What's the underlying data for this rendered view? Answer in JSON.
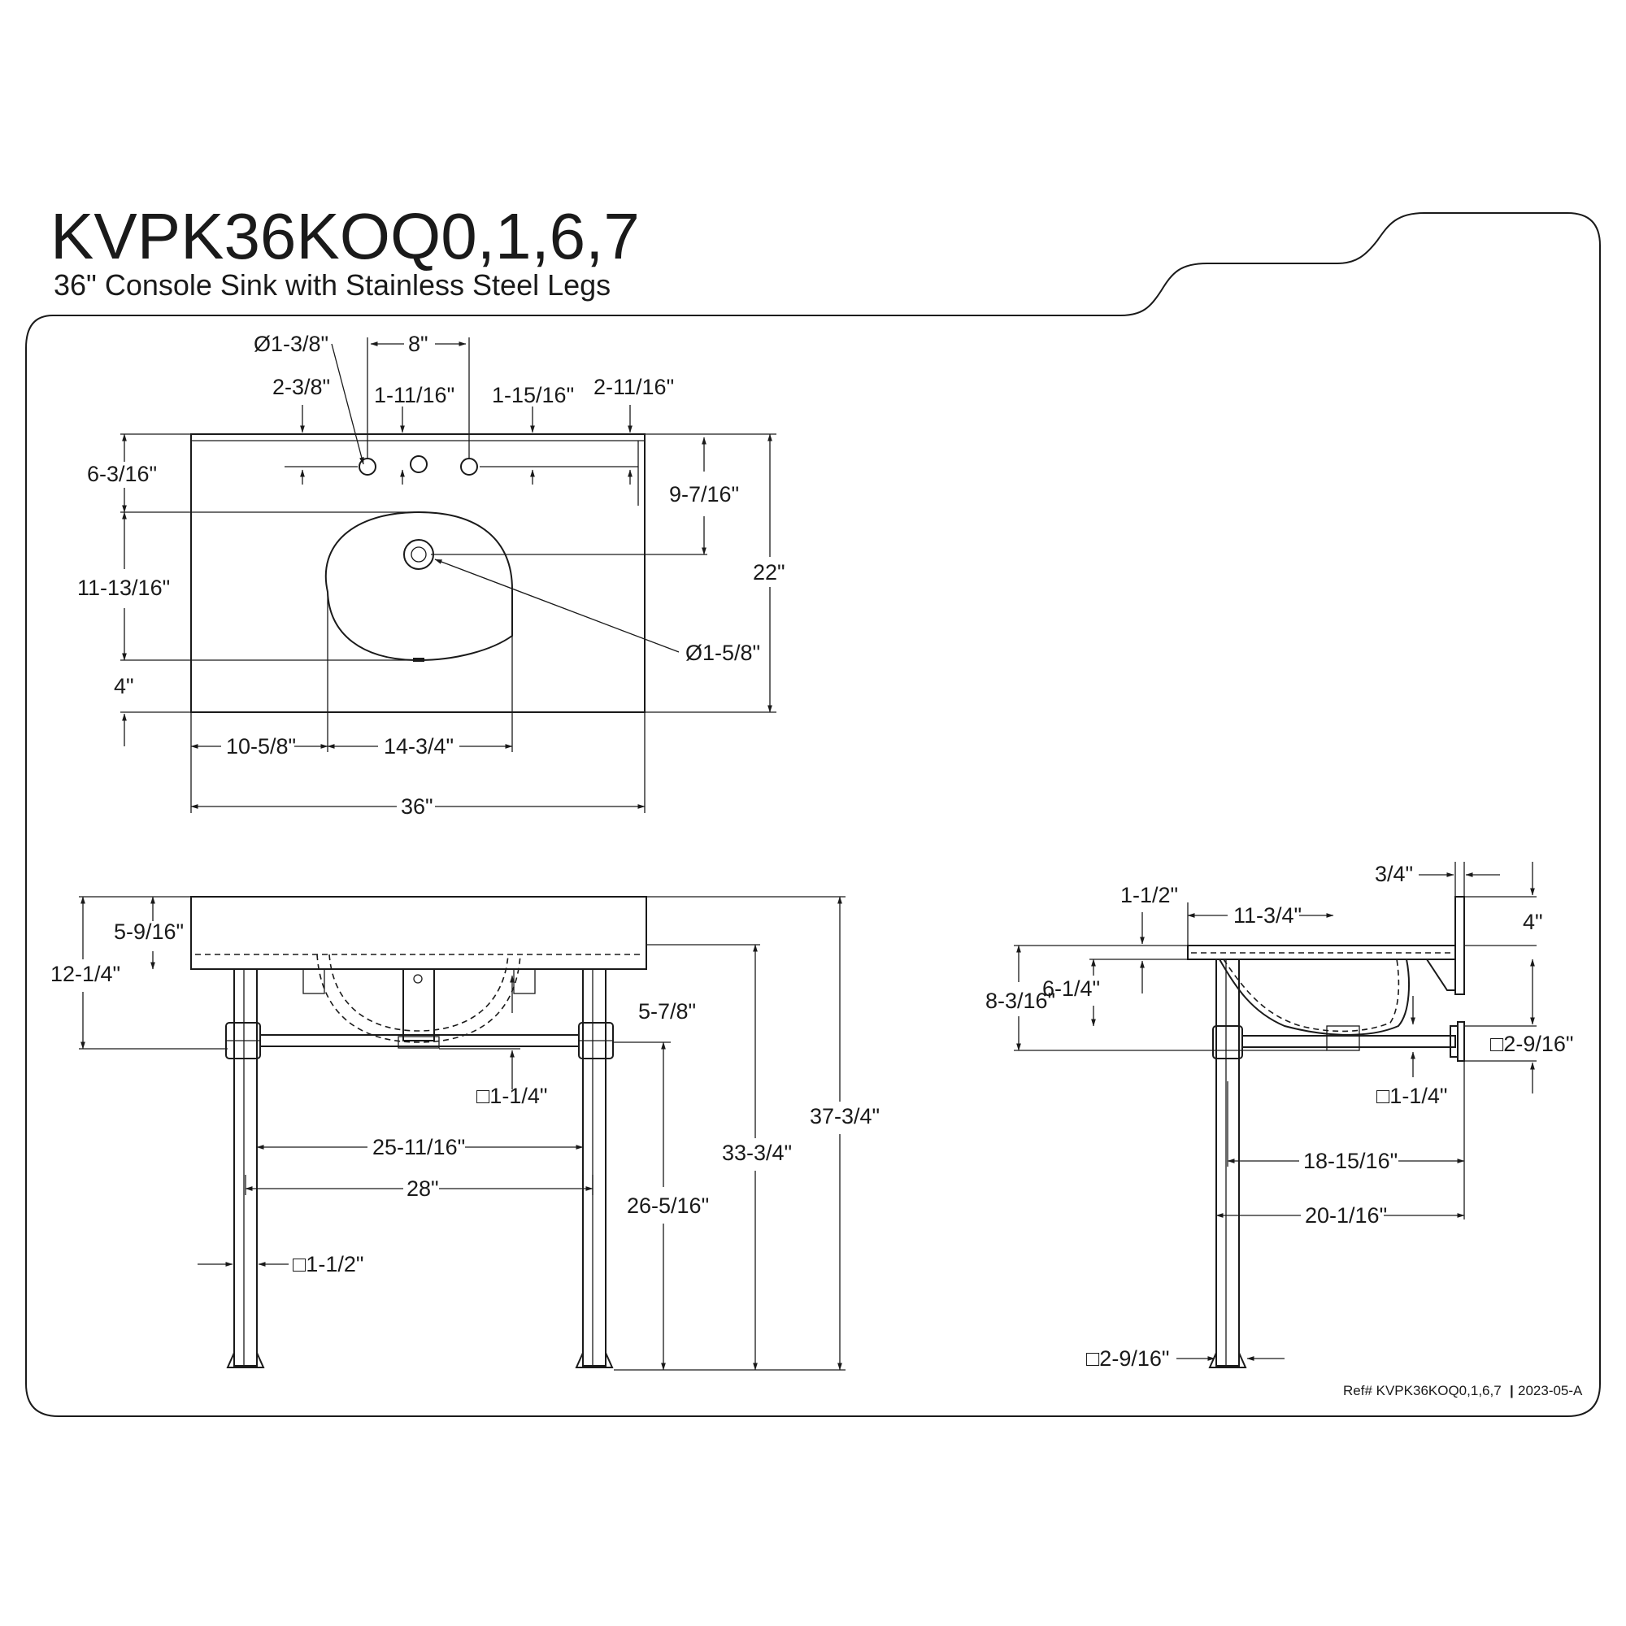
{
  "header": {
    "model": "KVPK36KOQ0,1,6,7",
    "description": "36\" Console Sink with Stainless Steel Legs"
  },
  "footer": {
    "ref": "Ref# KVPK36KOQ0,1,6,7",
    "separator": "|",
    "revision": "2023-05-A"
  },
  "top_view": {
    "faucet_hole_dia": "Ø1-3/8\"",
    "hole_spacing": "8\"",
    "left_setback": "2-3/8\"",
    "center_setback": "1-11/16\"",
    "right_hole_setback": "1-15/16\"",
    "right_setback": "2-11/16\"",
    "back_to_bowl": "6-3/16\"",
    "back_to_drain": "9-7/16\"",
    "bowl_depth": "11-13/16\"",
    "overall_depth": "22\"",
    "drain_dia": "Ø1-5/8\"",
    "front_to_bowl": "4\"",
    "left_to_bowl": "10-5/8\"",
    "bowl_width": "14-3/4\"",
    "overall_width": "36\""
  },
  "front_view": {
    "top_thickness": "5-9/16\"",
    "top_to_rail": "12-1/4\"",
    "drain_drop": "5-7/8\"",
    "rail_size": "□1-1/4\"",
    "inner_span": "25-11/16\"",
    "center_span": "28\"",
    "leg_size": "□1-1/2\"",
    "rail_height": "26-5/16\"",
    "counter_height": "33-3/4\"",
    "overall_height": "37-3/4\""
  },
  "side_view": {
    "backsplash_thickness": "3/4\"",
    "counter_thickness": "1-1/2\"",
    "bowl_offset": "11-3/4\"",
    "backsplash_height": "4\"",
    "overall_depth": "8-3/16\"",
    "bowl_depth": "6-1/4\"",
    "bracket_size": "□2-9/16\"",
    "rail_size": "□1-1/4\"",
    "leg_inner_depth": "18-15/16\"",
    "leg_outer_depth": "20-1/16\"",
    "foot_size": "□2-9/16\""
  }
}
